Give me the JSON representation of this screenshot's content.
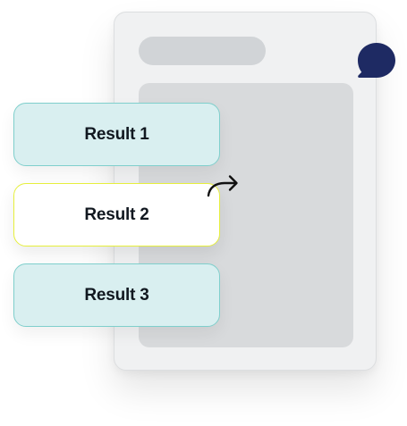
{
  "results": [
    {
      "label": "Result 1"
    },
    {
      "label": "Result 2"
    },
    {
      "label": "Result 3"
    }
  ],
  "colors": {
    "card_fill": "#d9eff0",
    "card_border": "#7fcfcc",
    "selected_fill": "#ffffff",
    "selected_border": "#e6ef3c",
    "window_bg": "#f0f1f2",
    "placeholder": "#d1d4d7",
    "chat_icon": "#1e2a63",
    "text": "#111820"
  },
  "icons": {
    "chat": "chat-bubble-icon",
    "arrow": "curved-arrow-icon"
  }
}
